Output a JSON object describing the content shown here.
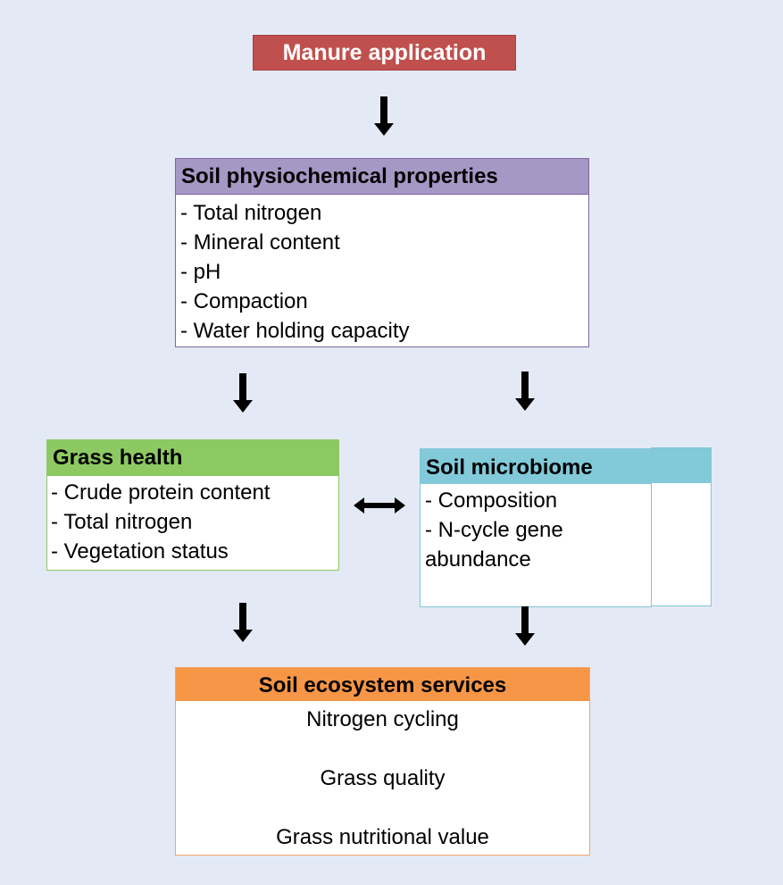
{
  "diagram": {
    "background_color": "#e4eaf5",
    "nodes": {
      "manure": {
        "title": "Manure application",
        "color": "#c0504d"
      },
      "soil_properties": {
        "title": "Soil physiochemical properties",
        "color": "#a598c4",
        "items": [
          "- Total nitrogen",
          "- Mineral content",
          "- pH",
          "- Compaction",
          "- Water holding capacity"
        ]
      },
      "grass_health": {
        "title": "Grass health",
        "color": "#8dc963",
        "items": [
          "- Crude protein content",
          "- Total nitrogen",
          "- Vegetation status"
        ]
      },
      "soil_microbiome": {
        "title": "Soil microbiome",
        "color": "#82cad9",
        "items": [
          "- Composition",
          "- N-cycle gene",
          "abundance"
        ]
      },
      "ecosystem_services": {
        "title": "Soil ecosystem services",
        "color": "#f79646",
        "items": [
          "Nitrogen cycling",
          "Grass quality",
          "Grass nutritional value"
        ]
      }
    },
    "edges": [
      {
        "from": "manure",
        "to": "soil_properties",
        "type": "down-arrow"
      },
      {
        "from": "soil_properties",
        "to": "grass_health",
        "type": "down-arrow"
      },
      {
        "from": "soil_properties",
        "to": "soil_microbiome",
        "type": "down-arrow"
      },
      {
        "from": "grass_health",
        "to": "soil_microbiome",
        "type": "bidirectional-arrow"
      },
      {
        "from": "grass_health",
        "to": "ecosystem_services",
        "type": "down-arrow"
      },
      {
        "from": "soil_microbiome",
        "to": "ecosystem_services",
        "type": "down-arrow"
      }
    ]
  }
}
